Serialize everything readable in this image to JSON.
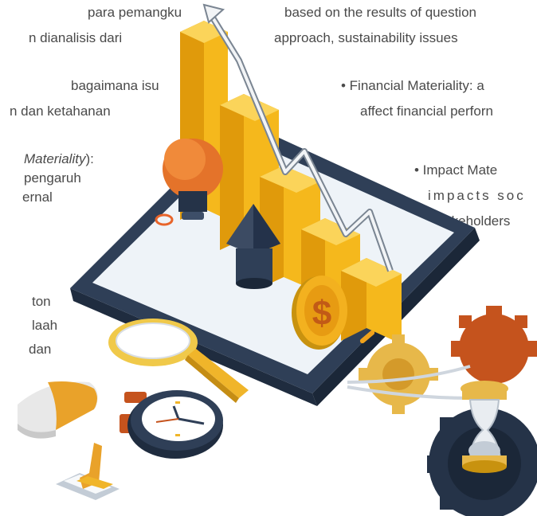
{
  "left_text": {
    "l1": "para pemangku",
    "l2": "n dianalisis dari",
    "l3": "bagaimana isu",
    "l4": "n dan ketahanan",
    "l5_italic": "Materiality",
    "l5_tail": "):",
    "l6": "pengaruh",
    "l7": "ernal",
    "l8": "ton",
    "l9": "laah",
    "l10": "dan"
  },
  "right_text": {
    "r1": "based on the results of question",
    "r2": "approach, sustainability issues",
    "r3": "• Financial Materiality: a",
    "r4": "affect financial perforn",
    "r5": "• Impact Mate",
    "r6": "impacts soc",
    "r7": "stakeholders"
  },
  "illustration": {
    "coin_symbol": "$",
    "colors": {
      "bar_front": "#f5b81c",
      "bar_side": "#e09a0b",
      "tablet_frame": "#2f3f57",
      "tablet_screen": "#eef3f8",
      "bulb": "#e4732a",
      "gear_dark": "#253348",
      "gear_orange": "#c5531d",
      "gear_gold": "#e7b84a"
    }
  }
}
